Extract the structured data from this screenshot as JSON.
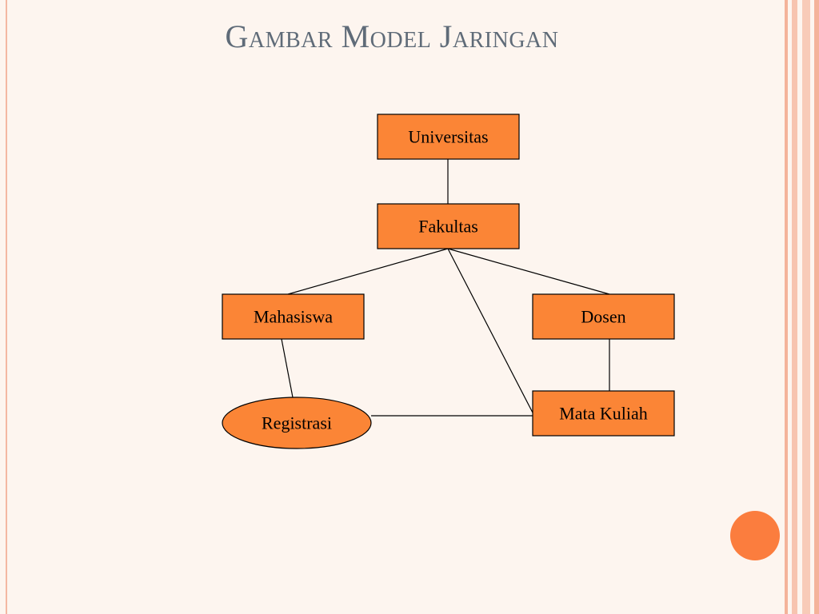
{
  "slide": {
    "title": "Gambar Model Jaringan"
  },
  "diagram": {
    "nodes": [
      {
        "id": "universitas",
        "label": "Universitas",
        "shape": "rect"
      },
      {
        "id": "fakultas",
        "label": "Fakultas",
        "shape": "rect"
      },
      {
        "id": "mahasiswa",
        "label": "Mahasiswa",
        "shape": "rect"
      },
      {
        "id": "dosen",
        "label": "Dosen",
        "shape": "rect"
      },
      {
        "id": "registrasi",
        "label": "Registrasi",
        "shape": "ellipse"
      },
      {
        "id": "mata_kuliah",
        "label": "Mata Kuliah",
        "shape": "rect"
      }
    ],
    "edges": [
      {
        "from": "universitas",
        "to": "fakultas"
      },
      {
        "from": "fakultas",
        "to": "mahasiswa"
      },
      {
        "from": "fakultas",
        "to": "dosen"
      },
      {
        "from": "fakultas",
        "to": "mata_kuliah"
      },
      {
        "from": "mahasiswa",
        "to": "registrasi"
      },
      {
        "from": "dosen",
        "to": "mata_kuliah"
      },
      {
        "from": "registrasi",
        "to": "mata_kuliah"
      }
    ],
    "colors": {
      "node_fill": "#fb8536",
      "node_stroke": "#000000",
      "edge_stroke": "#000000"
    }
  }
}
